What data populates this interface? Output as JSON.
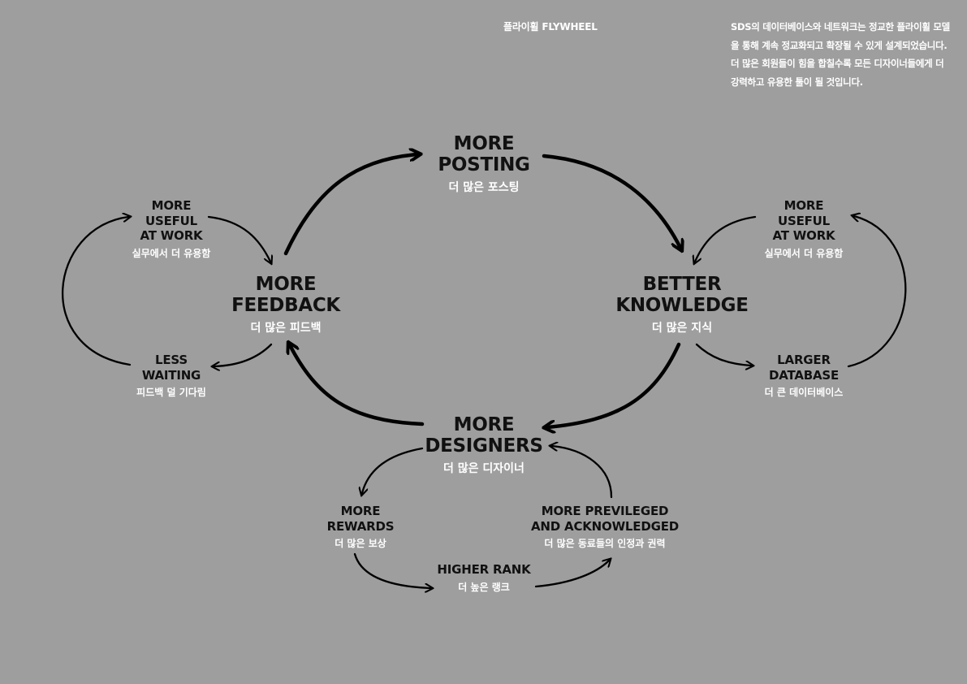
{
  "header": {
    "title": "플라이휠 FLYWHEEL",
    "description": "SDS의 데이터베이스와 네트워크는 정교한 플라이휠 모델을 통해 계속 정교화되고 확장될 수 있게 설계되었습니다. 더 많은 회원들이 힘을 합칠수록 모든 디자이너들에게 더 강력하고 유용한 툴이 될 것입니다."
  },
  "nodes": {
    "posting": {
      "en": "MORE\nPOSTING",
      "ko": "더 많은 포스팅"
    },
    "feedback": {
      "en": "MORE\nFEEDBACK",
      "ko": "더 많은 피드백"
    },
    "knowledge": {
      "en": "BETTER\nKNOWLEDGE",
      "ko": "더 많은 지식"
    },
    "designers": {
      "en": "MORE\nDESIGNERS",
      "ko": "더 많은 디자이너"
    },
    "useful_left": {
      "en": "MORE\nUSEFUL\nAT WORK",
      "ko": "실무에서 더 유용함"
    },
    "useful_right": {
      "en": "MORE\nUSEFUL\nAT WORK",
      "ko": "실무에서 더 유용함"
    },
    "waiting": {
      "en": "LESS\nWAITING",
      "ko": "피드백 덜 기다림"
    },
    "database": {
      "en": "LARGER\nDATABASE",
      "ko": "더 큰 데이터베이스"
    },
    "rewards": {
      "en": "MORE\nREWARDS",
      "ko": "더 많은 보상"
    },
    "rank": {
      "en": "HIGHER RANK",
      "ko": "더 높은 랭크"
    },
    "previleged": {
      "en": "MORE PREVILEGED\nAND ACKNOWLEDGED",
      "ko": "더 많은 동료들의 인정과 권력"
    }
  }
}
